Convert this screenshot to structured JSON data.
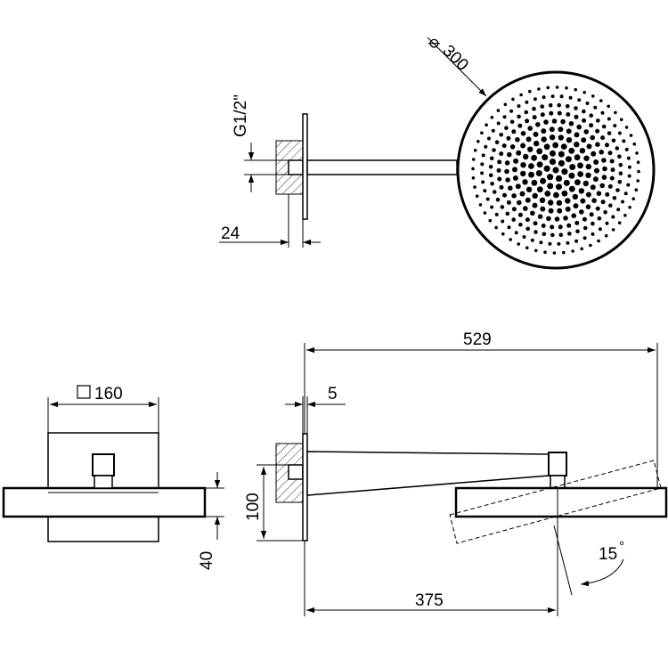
{
  "dimensions": {
    "diameter": "300",
    "thread": "G1/2\"",
    "wall_depth": "24",
    "square_size": "160",
    "flange": "5",
    "total_length": "529",
    "height": "100",
    "thickness": "40",
    "arm_to_center": "375",
    "tilt_angle": "15"
  },
  "symbols": {
    "diameter": "⌀",
    "degree": "°"
  }
}
